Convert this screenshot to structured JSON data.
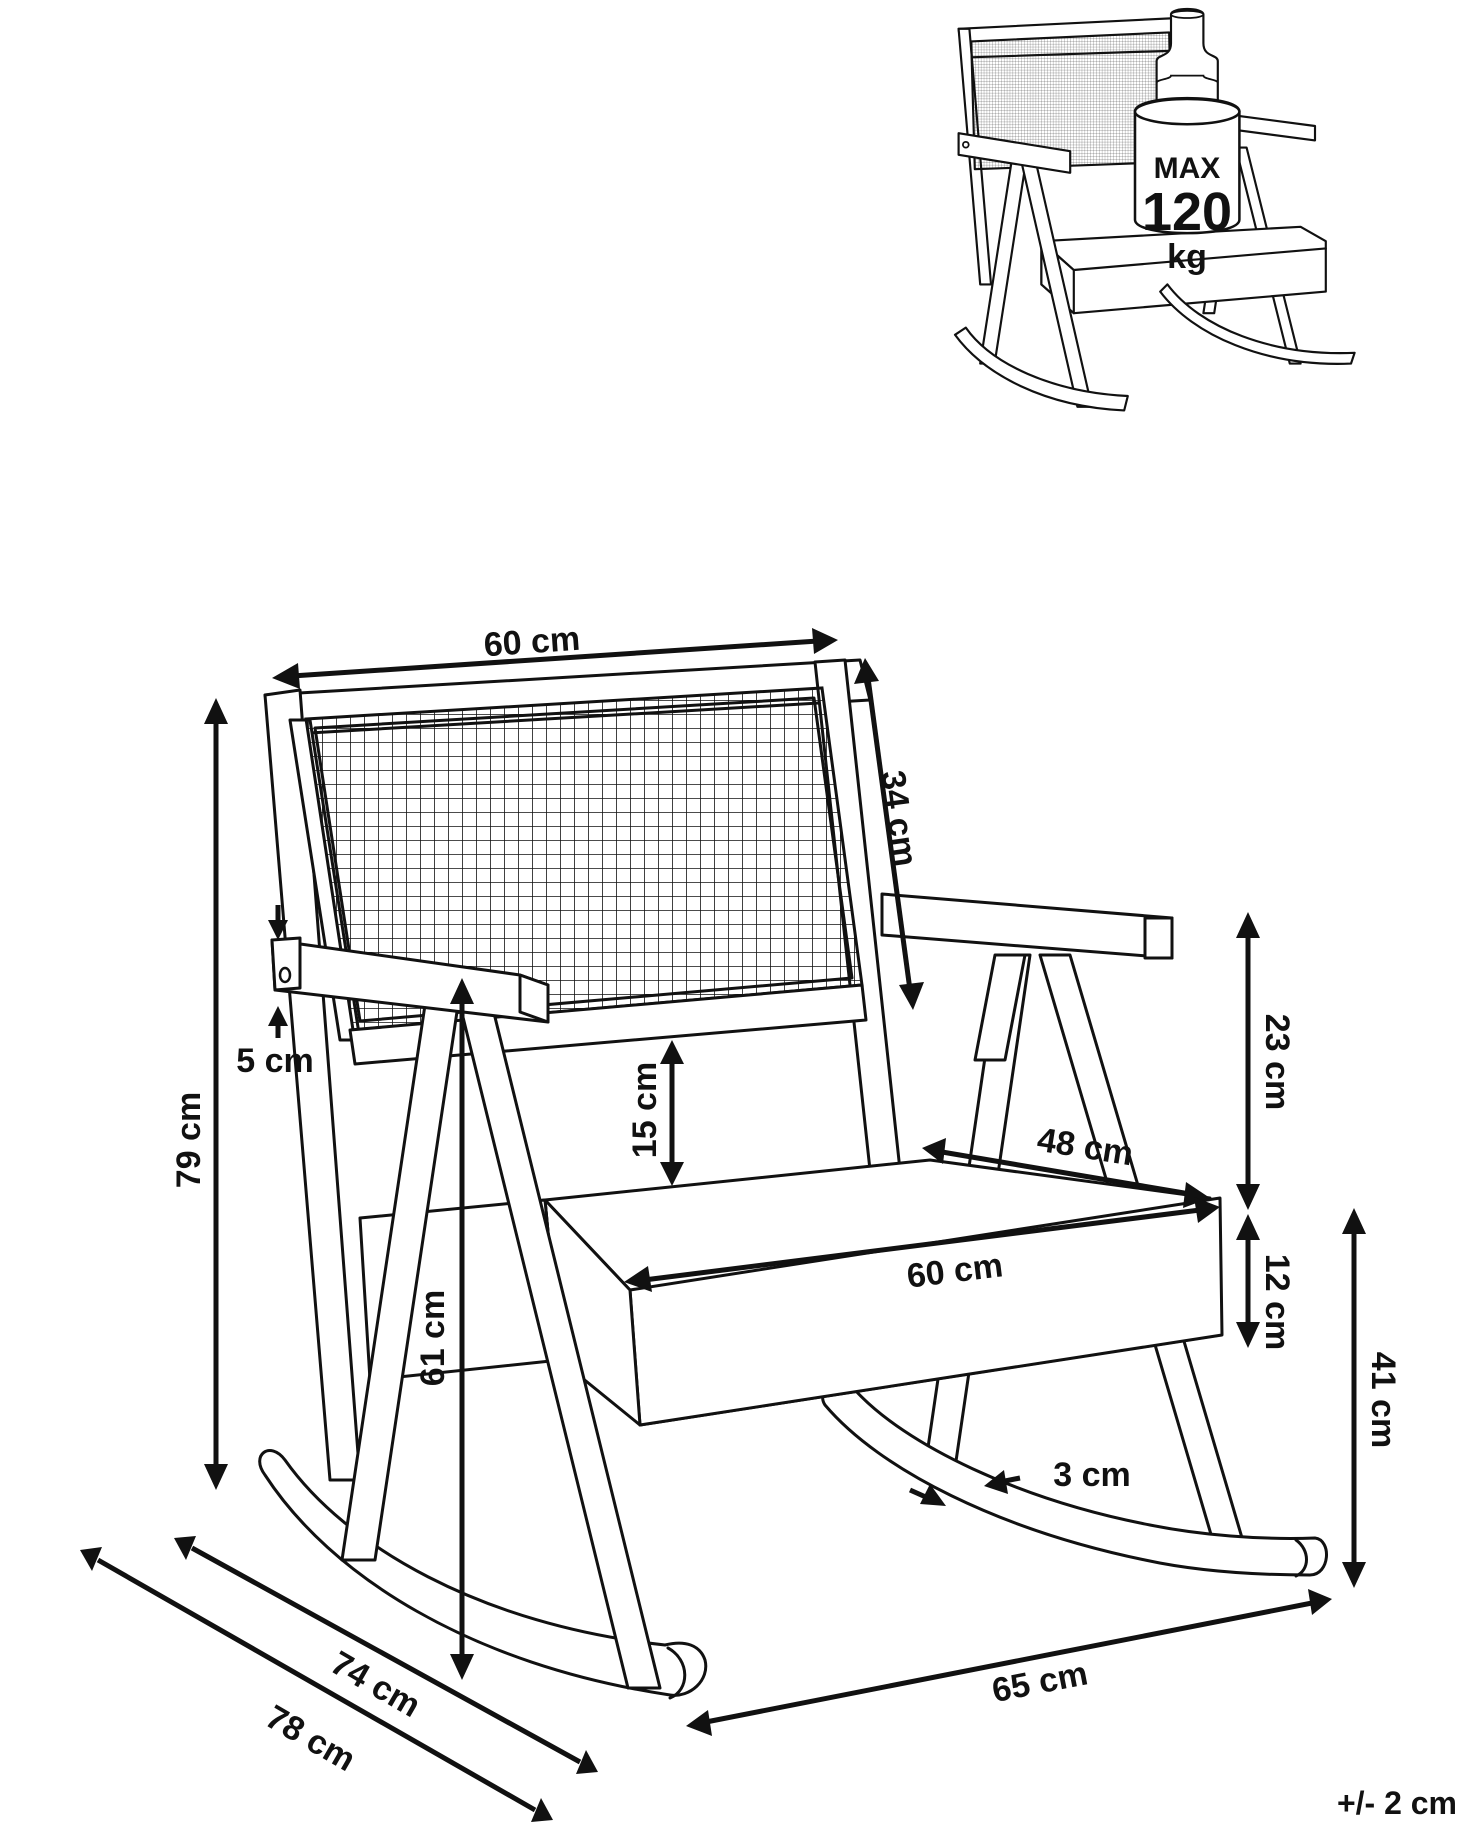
{
  "weight_badge": {
    "line1": "MAX",
    "line2": "120",
    "line3": "kg"
  },
  "dimensions": {
    "backrest_width": "60 cm",
    "backrest_height": "34 cm",
    "total_height": "79 cm",
    "armrest_thickness": "5 cm",
    "back_gap": "15 cm",
    "armrest_above_seat": "23 cm",
    "seat_depth": "48 cm",
    "seat_width": "60 cm",
    "seat_thickness": "12 cm",
    "armrest_height": "61 cm",
    "seat_height": "41 cm",
    "rocker_thickness": "3 cm",
    "depth_inner": "74 cm",
    "depth_total": "78 cm",
    "total_width": "65 cm"
  },
  "tolerance": "+/- 2 cm"
}
